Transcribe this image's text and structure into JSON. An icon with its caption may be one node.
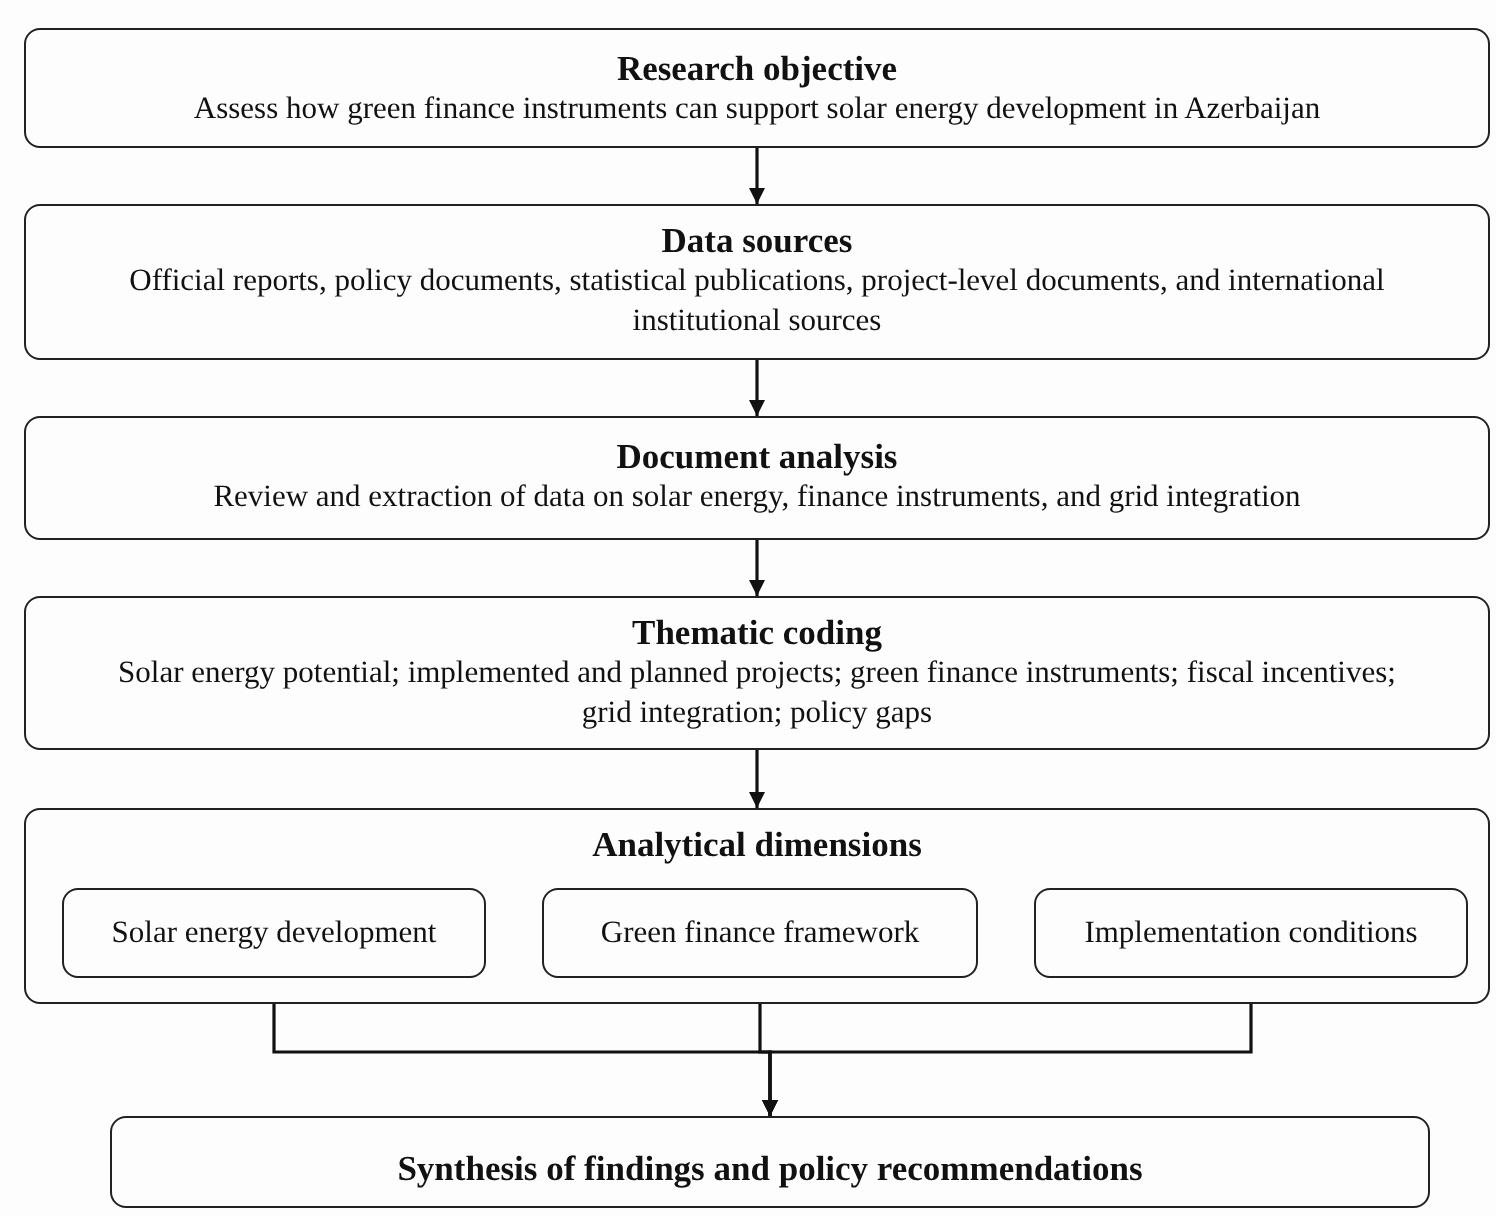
{
  "diagram": {
    "nodes": [
      {
        "text": [
          "Research objective",
          "Assess how green finance instruments can support solar energy development in Azerbaijan"
        ]
      },
      {
        "text": [
          "Data sources",
          "Official reports, policy documents, statistical publications, project-level documents, and international institutional sources"
        ]
      },
      {
        "text": [
          "Document analysis",
          "Review and extraction of data on solar energy, finance instruments, and grid integration"
        ]
      },
      {
        "text": [
          "Thematic coding",
          "Solar energy potential; implemented and planned projects; green finance instruments; fiscal incentives; grid integration; policy gaps"
        ]
      },
      {
        "text": [
          "Analytical dimensions"
        ]
      },
      {
        "text": [
          "Solar energy development"
        ],
        "in": 4
      },
      {
        "text": [
          "Green finance framework"
        ],
        "in": 4
      },
      {
        "text": [
          "Implementation conditions"
        ],
        "in": 4
      },
      {
        "text": [
          "Synthesis of findings and policy recommendations"
        ]
      }
    ],
    "edges": [
      {
        "from": 0,
        "to": 1,
        "arrow": "to"
      },
      {
        "from": 1,
        "to": 2,
        "arrow": "to"
      },
      {
        "from": 2,
        "to": 3,
        "arrow": "to"
      },
      {
        "from": 3,
        "to": 4,
        "arrow": "to"
      },
      {
        "from": 5,
        "to": 8,
        "arrow": "to"
      },
      {
        "from": 6,
        "to": 8,
        "arrow": "to"
      },
      {
        "from": 7,
        "to": 8,
        "arrow": "to"
      }
    ]
  }
}
